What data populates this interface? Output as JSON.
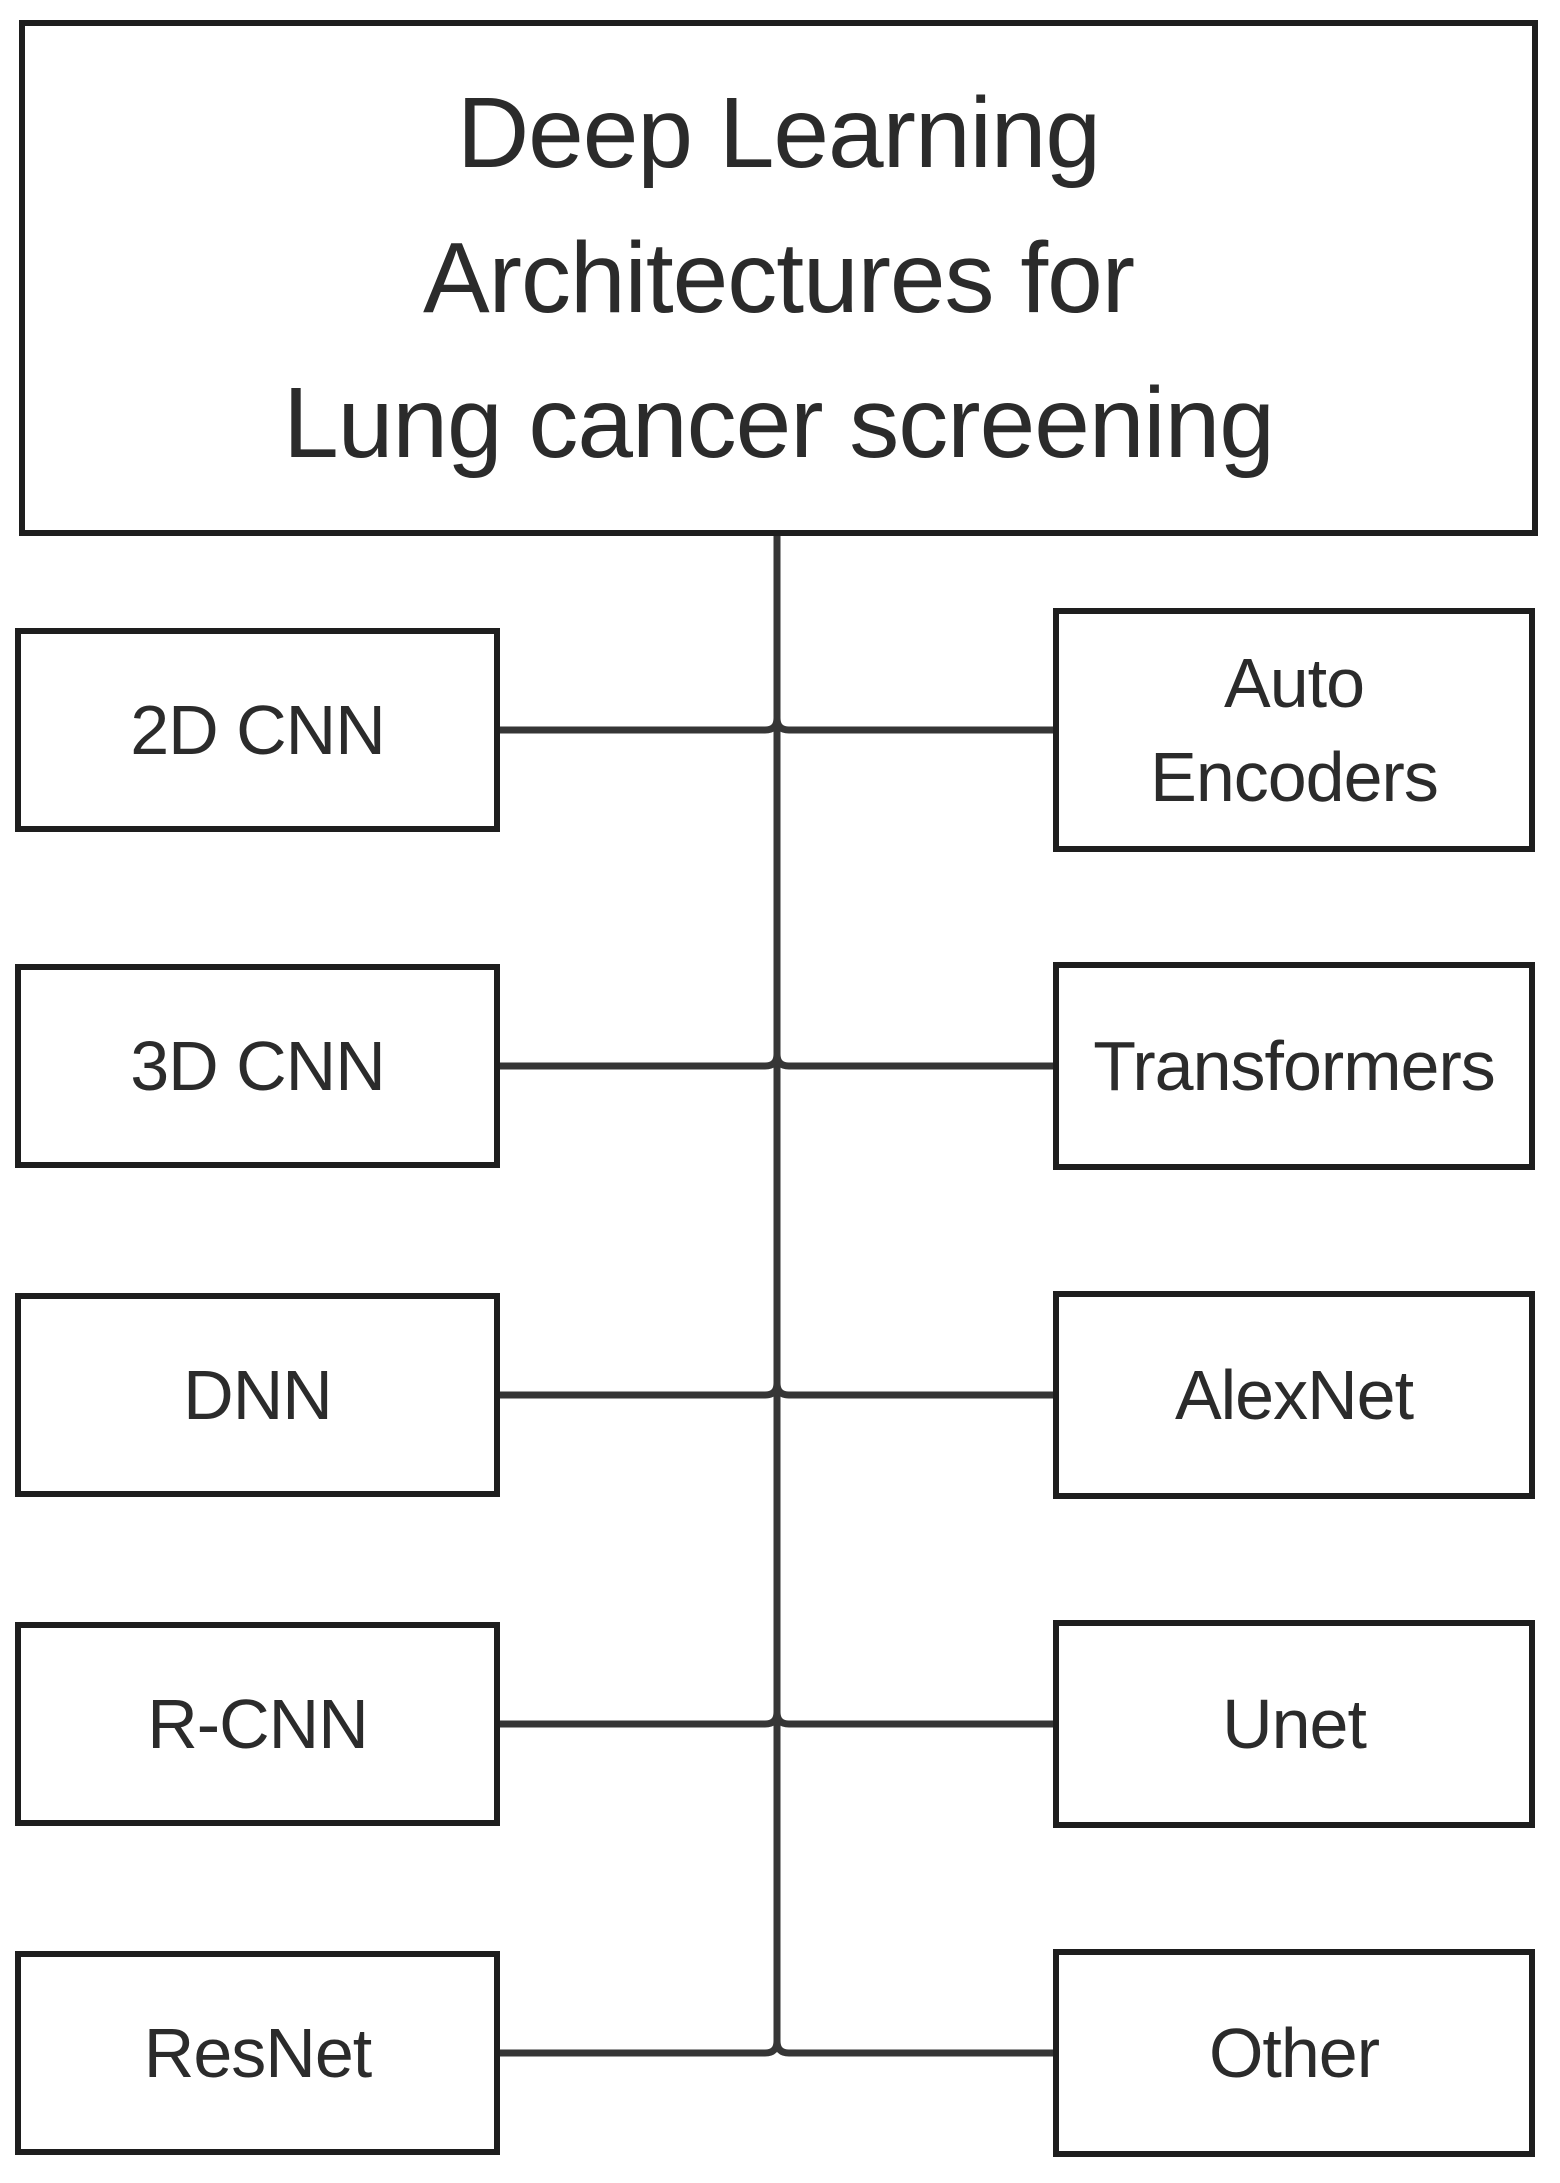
{
  "diagram": {
    "title": "Deep Learning\nArchitectures for\nLung cancer screening",
    "left_nodes": [
      "2D CNN",
      "3D CNN",
      "DNN",
      "R-CNN",
      "ResNet"
    ],
    "right_nodes": [
      "Auto Encoders",
      "Transformers",
      "AlexNet",
      "Unet",
      "Other"
    ],
    "colors": {
      "background": "#ffffff",
      "box_border": "#1e1e1e",
      "connector_line": "#363636",
      "text": "#2b2b2b"
    }
  }
}
